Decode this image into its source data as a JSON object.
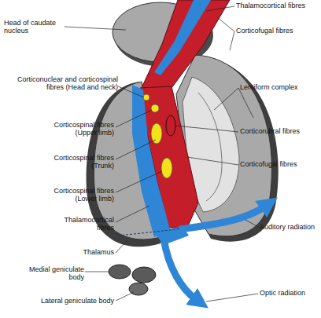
{
  "diagram": {
    "labels": [
      "Thalamocortical fibres",
      "Head of caudate nucleus",
      "Corticofugal fibres",
      "Corticonuclear and corticospinal fibres (Head and neck)",
      "Lentiform complex",
      "Corticospinal fibres (Upper limb)",
      "Corticorubral fibres",
      "Corticospinal fibres (Trunk)",
      "Corticofugal fibres",
      "Corticospinal fibres (Lower limb)",
      "Auditory radiation",
      "Thalamocortical fibres",
      "Thalamus",
      "Medial geniculate body",
      "Lateral geniculate body",
      "Optic radiation"
    ]
  }
}
